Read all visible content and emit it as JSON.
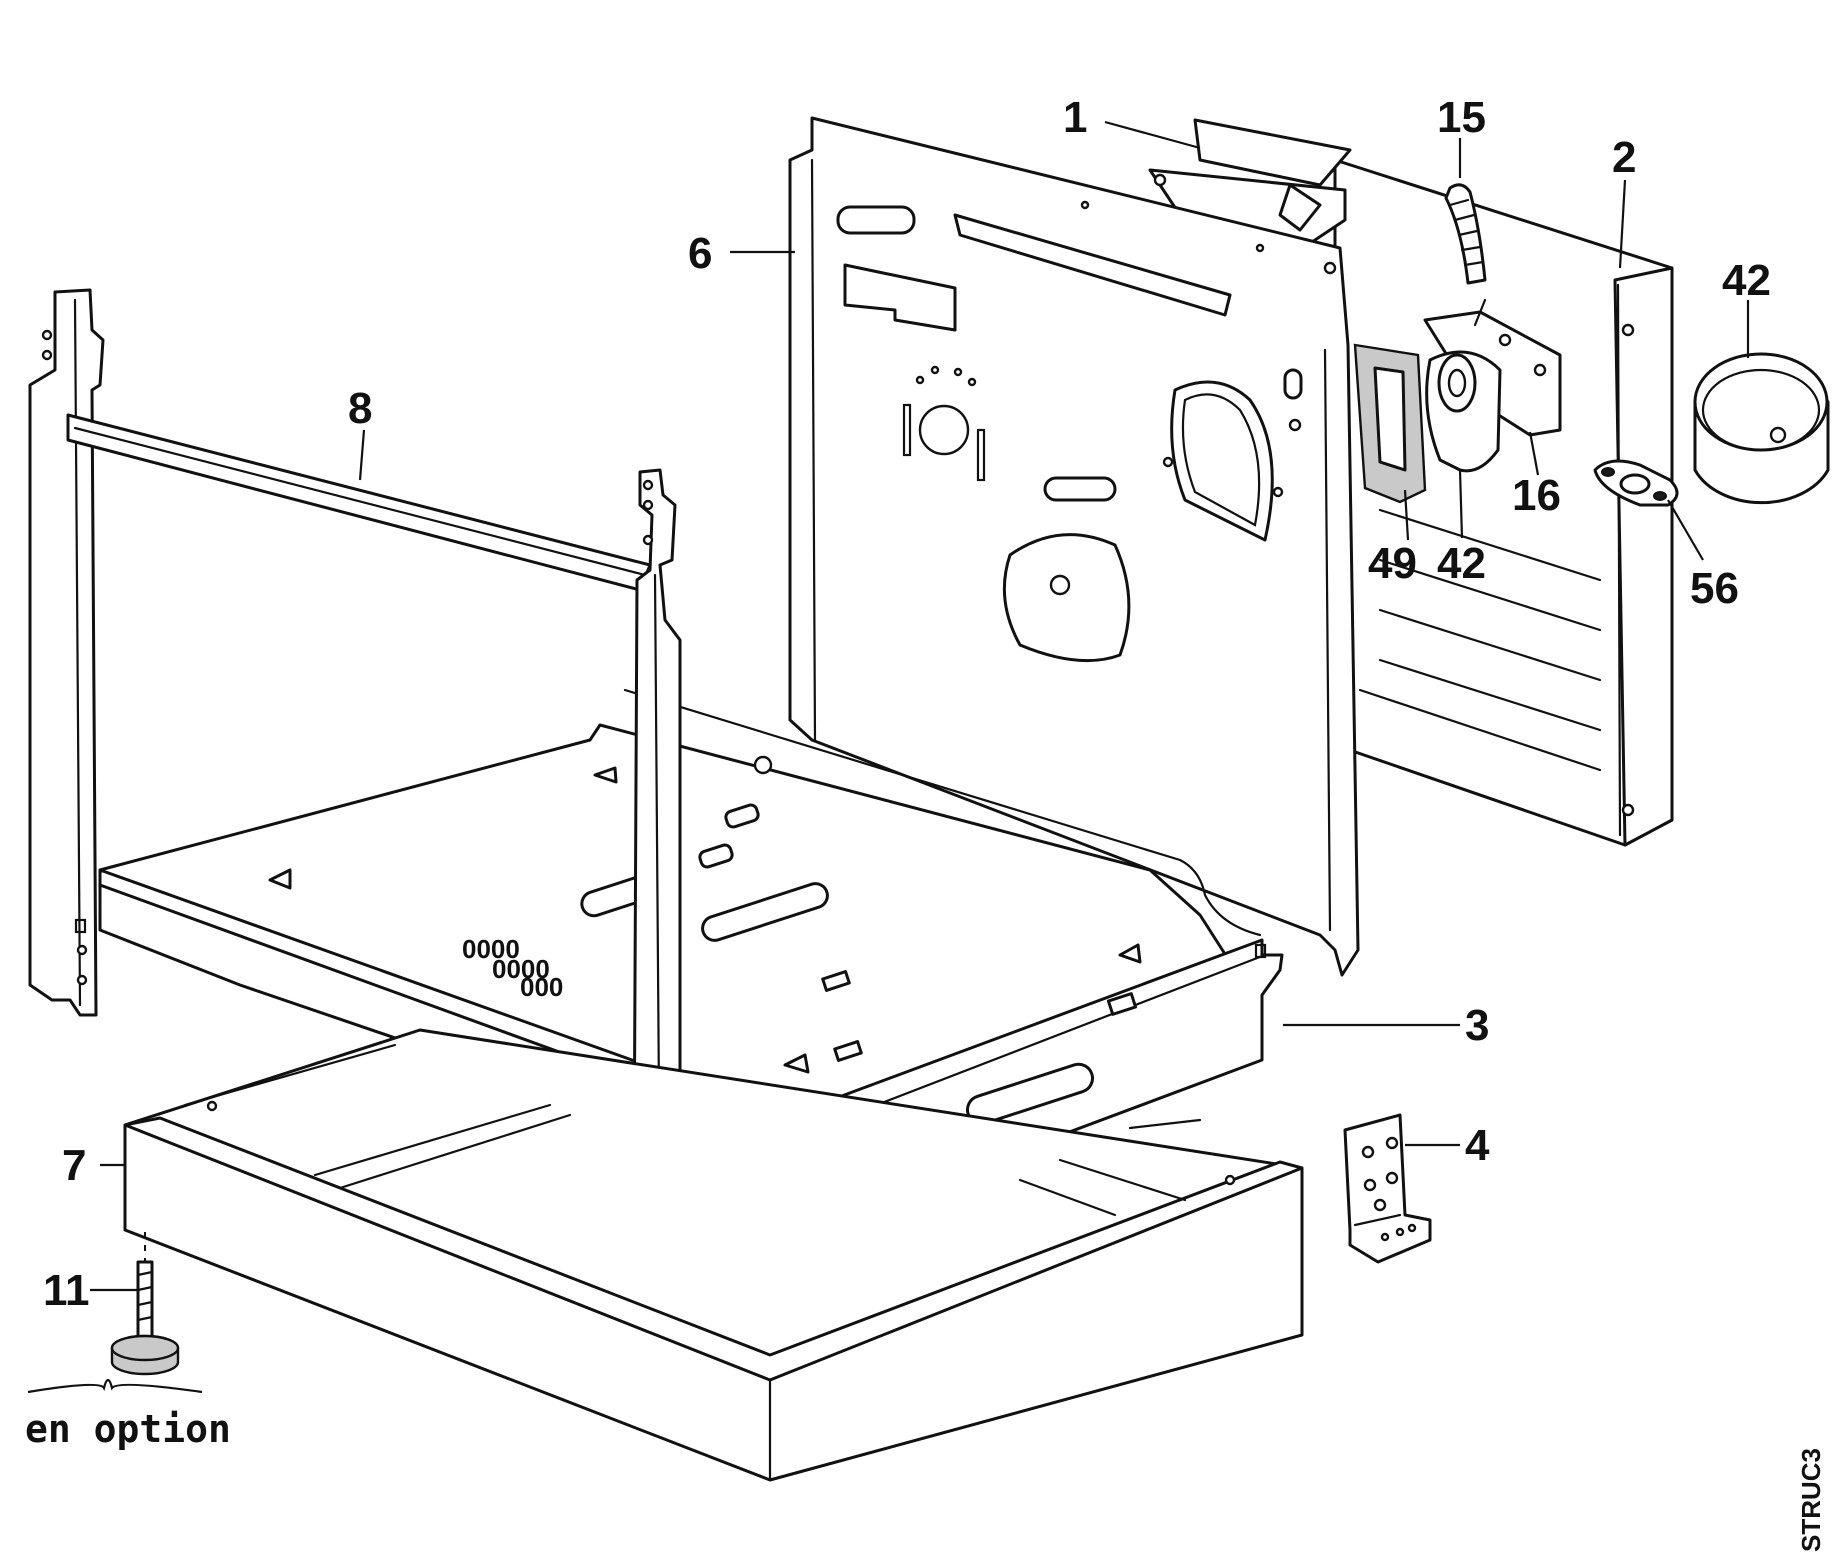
{
  "callouts": {
    "c1": "1",
    "c15": "15",
    "c2": "2",
    "c42_top": "42",
    "c6": "6",
    "c8": "8",
    "c16": "16",
    "c49": "49",
    "c42_mid": "42",
    "c56": "56",
    "c3": "3",
    "c4": "4",
    "c7": "7",
    "c11": "11"
  },
  "note_optional": "en option",
  "drawing_code": "STRUC3"
}
